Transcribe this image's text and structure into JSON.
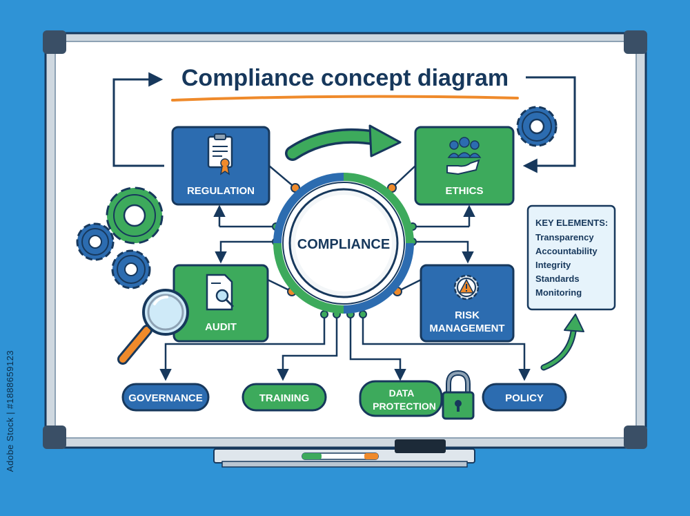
{
  "title": "Compliance concept diagram",
  "center": {
    "label": "COMPLIANCE"
  },
  "boxes": {
    "regulation": "REGULATION",
    "ethics": "ETHICS",
    "audit": "AUDIT",
    "risk_line1": "RISK",
    "risk_line2": "MANAGEMENT"
  },
  "pills": {
    "governance": "GOVERNANCE",
    "training": "TRAINING",
    "data_line1": "DATA",
    "data_line2": "PROTECTION",
    "policy": "POLICY"
  },
  "key_elements": {
    "heading": "KEY ELEMENTS:",
    "items": [
      "Transparency",
      "Accountability",
      "Integrity",
      "Standards",
      "Monitoring"
    ]
  },
  "side_id": "Adobe Stock | #1888659123",
  "colors": {
    "blue": "#2c6cb0",
    "green": "#3daa5c",
    "navy": "#17385c",
    "orange": "#ef8a2b",
    "background": "#2f93d6"
  },
  "icons": [
    "clipboard-certificate-icon",
    "people-hand-icon",
    "document-magnifier-icon",
    "gear-warning-icon",
    "padlock-icon",
    "magnifying-glass-icon",
    "gear-icon"
  ]
}
